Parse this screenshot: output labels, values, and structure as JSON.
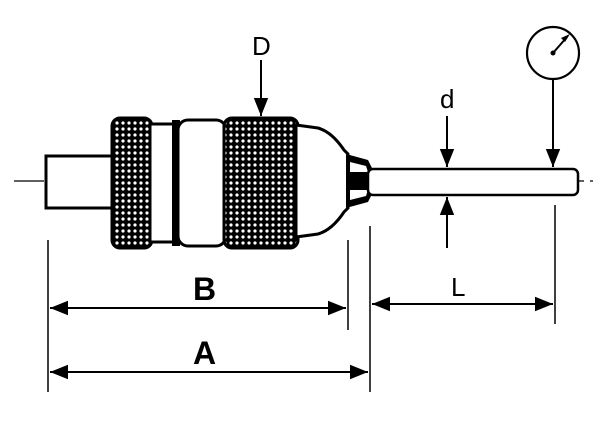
{
  "labels": {
    "dim_d_outer": "D",
    "dim_d_inner": "d",
    "dim_b": "B",
    "dim_a": "A",
    "dim_l": "L"
  },
  "icons": {
    "runout_gauge": "dial-gauge-icon"
  },
  "colors": {
    "ink": "#000000",
    "background": "#ffffff"
  }
}
